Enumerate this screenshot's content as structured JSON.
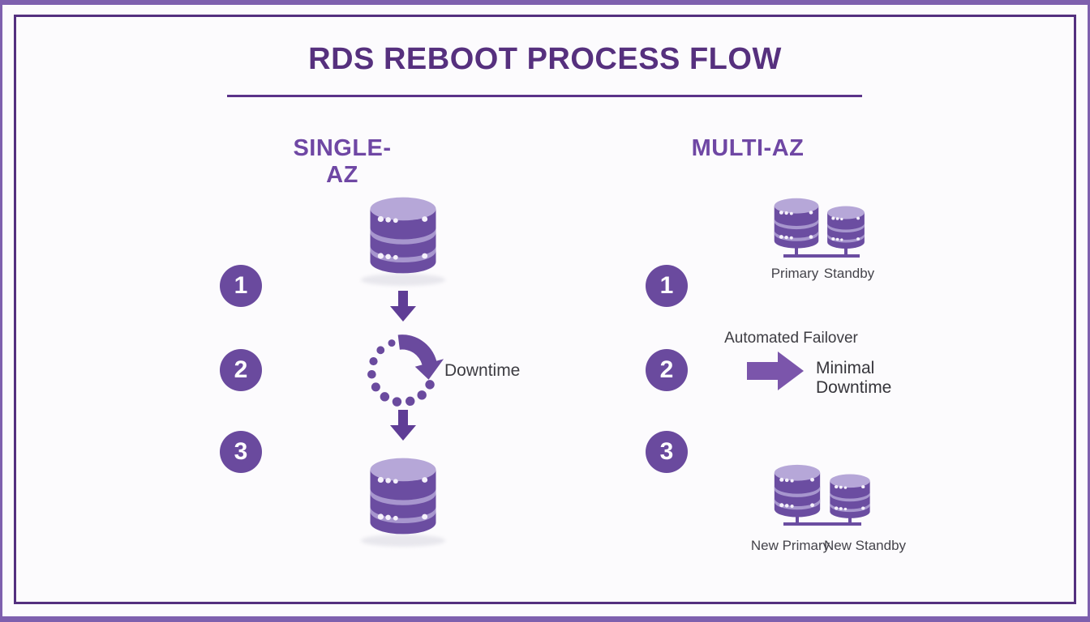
{
  "title": {
    "text": "RDS REBOOT PROCESS FLOW"
  },
  "single_az": {
    "header": "SINGLE-AZ",
    "steps": [
      "1",
      "2",
      "3"
    ],
    "downtime_label": "Downtime"
  },
  "multi_az": {
    "header": "MULTI-AZ",
    "steps": [
      "1",
      "2",
      "3"
    ],
    "primary_label": "Primary",
    "standby_label": "Standby",
    "failover_label": "Automated Failover",
    "minimal_line1": "Minimal",
    "minimal_line2": "Downtime",
    "new_primary_label": "New Primary",
    "new_standby_label": "New Standby"
  },
  "icons": {
    "database": "database-cylinder-icon",
    "spinner": "reboot-spinner-icon",
    "arrow_down": "arrow-down-icon",
    "arrow_right": "arrow-right-icon"
  },
  "colors": {
    "title_purple": "#56307e",
    "header_purple": "#6f47a4",
    "accent_purple": "#6a4a9e",
    "db_body_purple": "#6b4da1",
    "db_band_purple": "#a796ce",
    "db_top_purple": "#b6a7d8",
    "text_dark": "#3d3c42",
    "frame_outer_purple": "#7e60ae",
    "frame_inner_purple": "#54307f"
  }
}
